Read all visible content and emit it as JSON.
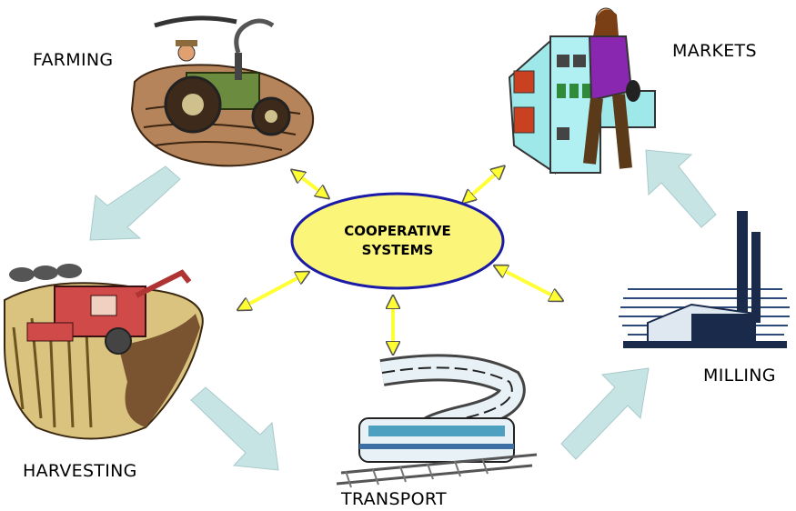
{
  "center": {
    "line1": "COOPERATIVE",
    "line2": "SYSTEMS"
  },
  "stages": {
    "farming": "FARMING",
    "harvesting": "HARVESTING",
    "transport": "TRANSPORT",
    "milling": "MILLING",
    "markets": "MARKETS"
  },
  "colors": {
    "hub_fill": "#fbf57a",
    "hub_stroke": "#1b1ba8",
    "connector": "#ffff33",
    "flow_arrow": "#c7e4e5"
  }
}
